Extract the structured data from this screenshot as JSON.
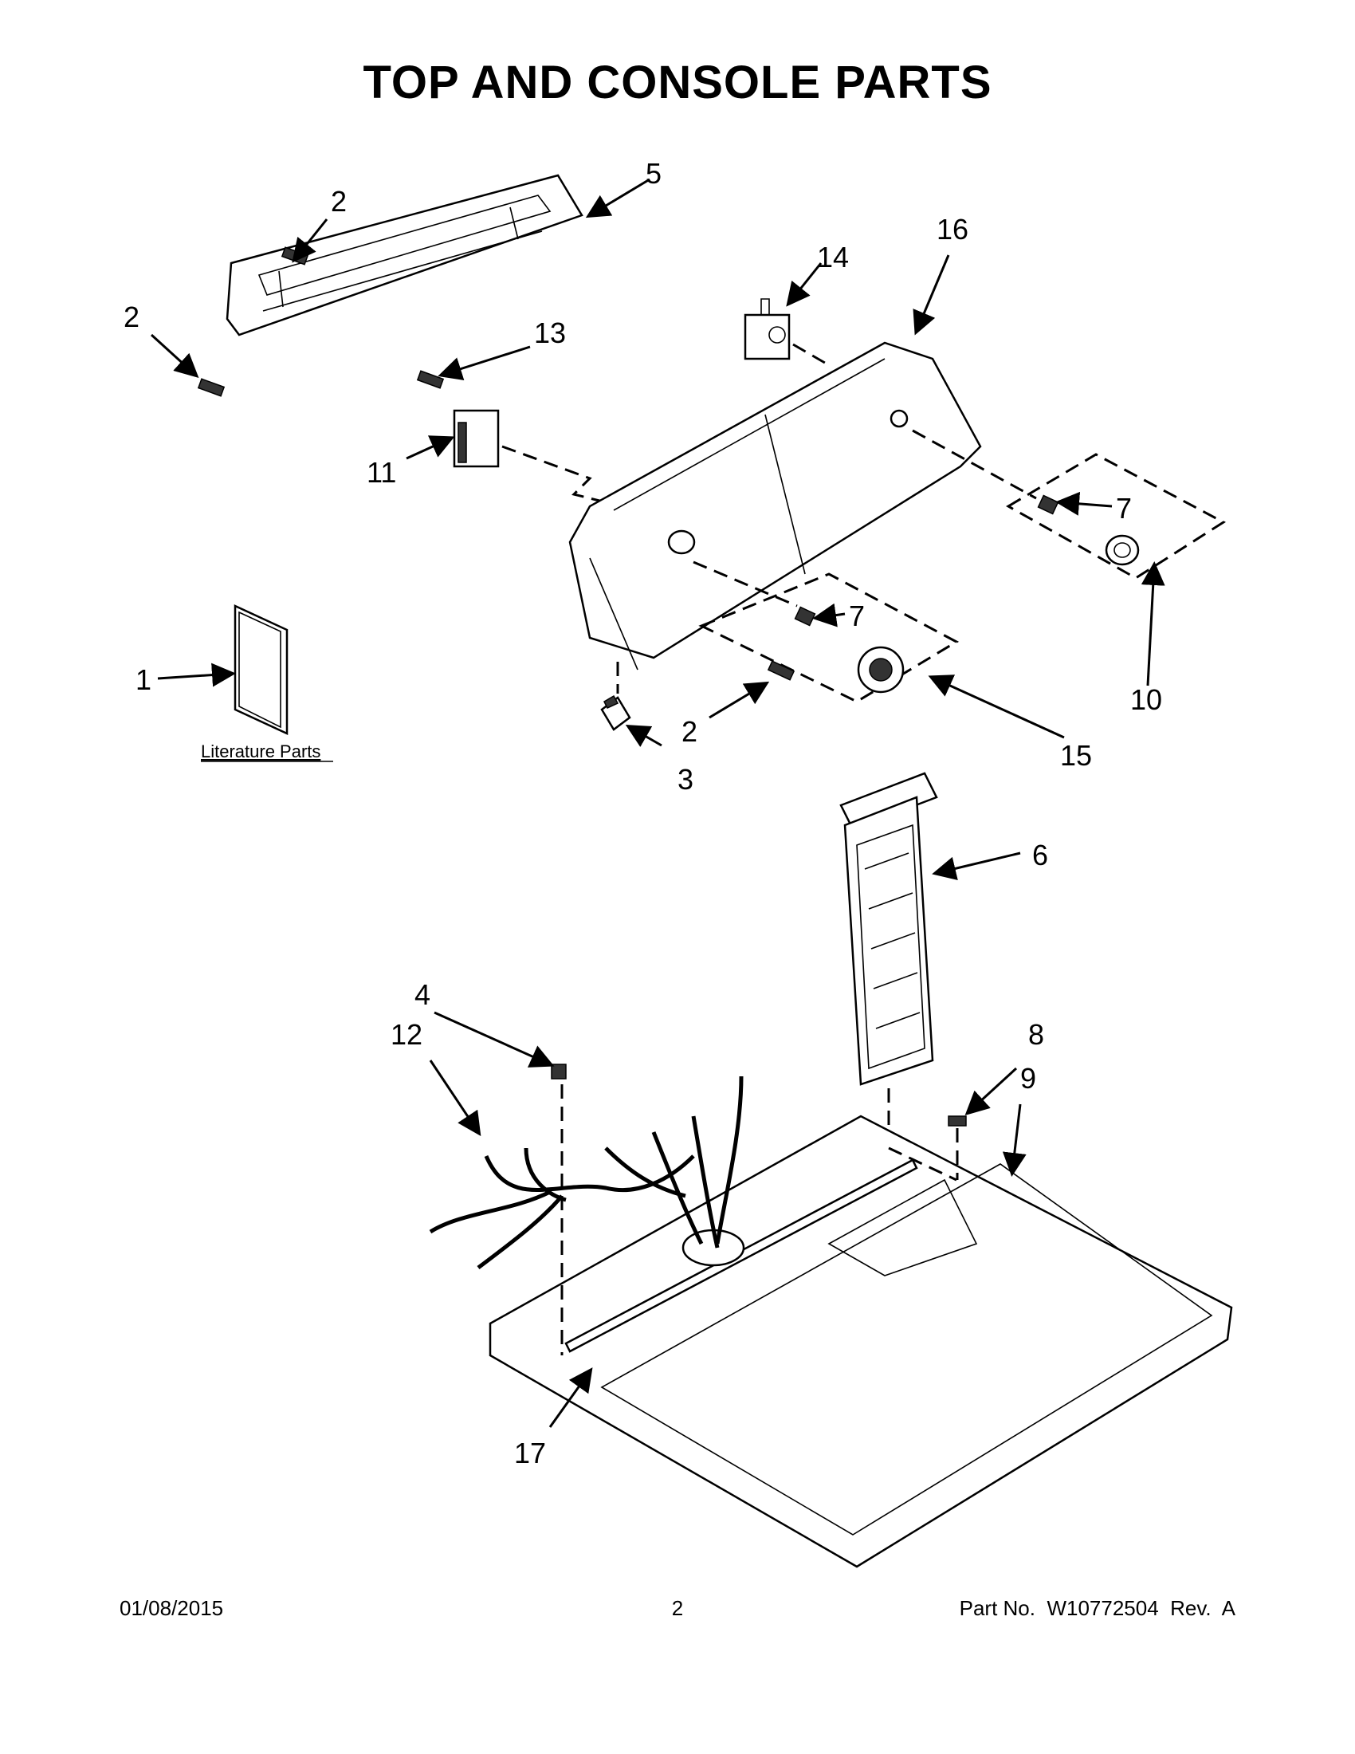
{
  "title": "TOP AND CONSOLE PARTS",
  "literature_label": "Literature Parts",
  "callouts": {
    "c1": "1",
    "c2a": "2",
    "c2b": "2",
    "c2c": "2",
    "c3": "3",
    "c4": "4",
    "c5": "5",
    "c6": "6",
    "c7a": "7",
    "c7b": "7",
    "c8": "8",
    "c9": "9",
    "c10": "10",
    "c11": "11",
    "c12": "12",
    "c13": "13",
    "c14": "14",
    "c15": "15",
    "c16": "16",
    "c17": "17"
  },
  "footer": {
    "date": "01/08/2015",
    "page": "2",
    "part_no": "Part No.  W10772504  Rev.  A"
  }
}
